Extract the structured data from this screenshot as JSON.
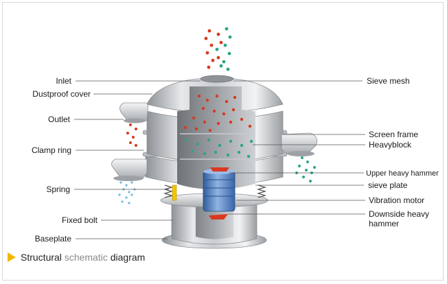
{
  "labels_left": {
    "inlet": "Inlet",
    "dustproof_cover": "Dustproof cover",
    "outlet": "Outlet",
    "clamp_ring": "Clamp ring",
    "spring": "Spring",
    "fixed_bolt": "Fixed bolt",
    "baseplate": "Baseplate"
  },
  "labels_right": {
    "sieve_mesh": "Sieve mesh",
    "screen_frame": "Screen frame",
    "heavyblock": "Heavyblock",
    "upper_heavy_hammer": "Upper heavy hammer",
    "sieve_plate": "sieve plate",
    "vibration_motor": "Vibration motor",
    "downside_heavy_hammer_line1": "Downside heavy",
    "downside_heavy_hammer_line2": "hammer"
  },
  "caption": {
    "part1": "Structural ",
    "part2": "schematic",
    "part3": " diagram"
  },
  "colors": {
    "accent_triangle": "#f2b800",
    "caption_text": "#222222",
    "caption_highlight": "#8a8a8a",
    "particle_red": "#d9391f",
    "particle_teal": "#2aa58a",
    "particle_blue": "#6ab8e0",
    "motor_blue": "#4f7fc0"
  }
}
